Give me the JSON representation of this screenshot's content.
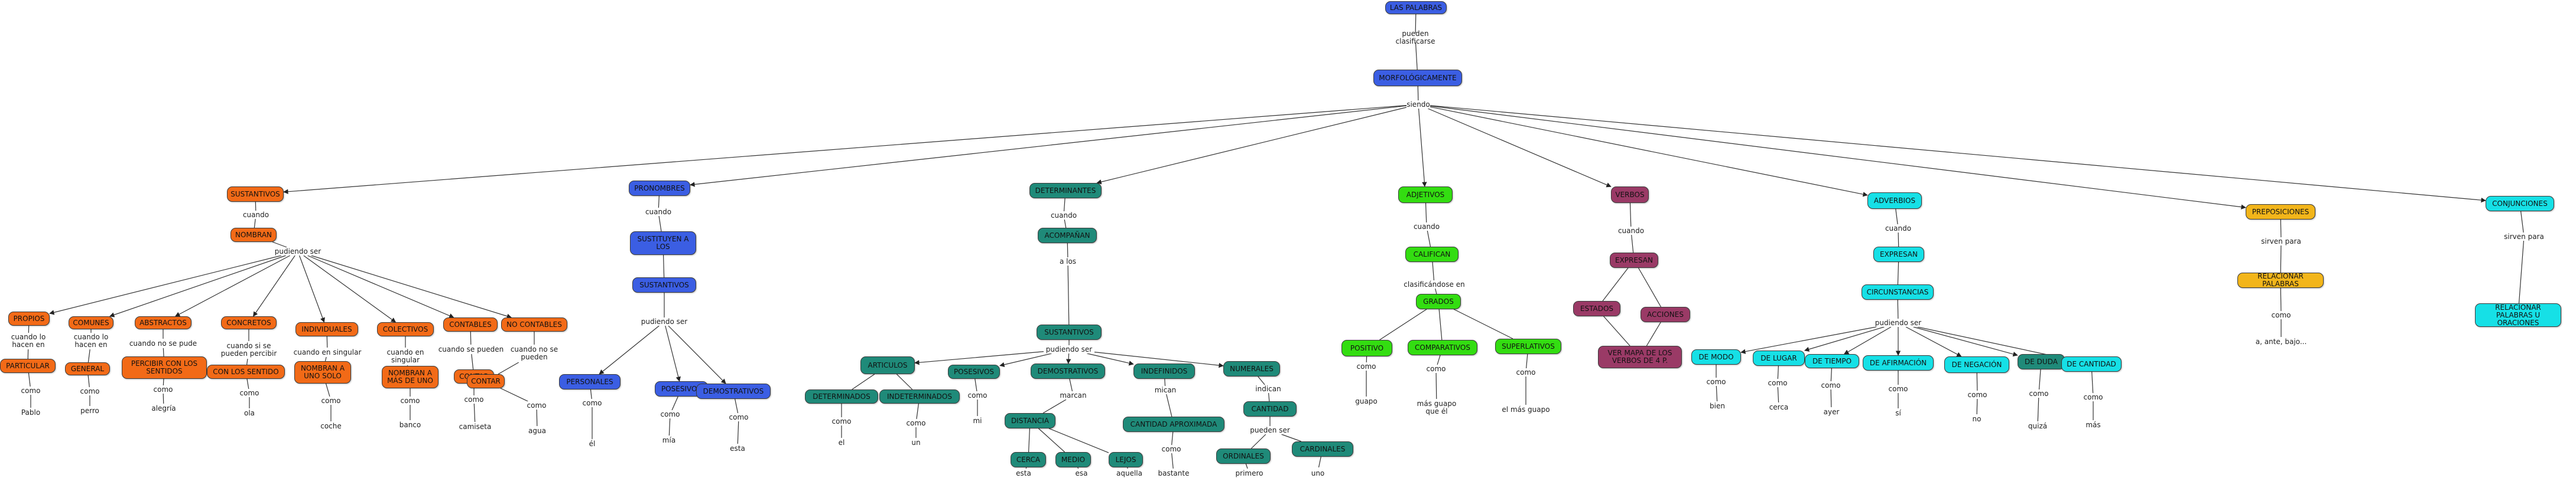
{
  "colors": {
    "blue": "#3b5ee3",
    "orange": "#f26a17",
    "teal": "#1f8a79",
    "green": "#33dd11",
    "maroon": "#9a3a66",
    "cyan": "#16e0e6",
    "gold": "#f2b51a"
  },
  "nodes": [
    {
      "id": "root",
      "text": "LAS PALABRAS",
      "color": "blue"
    },
    {
      "id": "puedenclas",
      "text": "pueden clasificarse",
      "color": "label"
    },
    {
      "id": "morfo",
      "text": "MORFOLÓGICAMENTE",
      "color": "blue"
    },
    {
      "id": "siendo",
      "text": "siendo",
      "color": "label"
    },
    {
      "id": "sust",
      "text": "SUSTANTIVOS",
      "color": "orange"
    },
    {
      "id": "sust_cuando",
      "text": "cuando",
      "color": "label"
    },
    {
      "id": "nombran",
      "text": "NOMBRAN",
      "color": "orange"
    },
    {
      "id": "sust_ps",
      "text": "pudiendo ser",
      "color": "label"
    },
    {
      "id": "propios",
      "text": "PROPIOS",
      "color": "orange"
    },
    {
      "id": "comunes",
      "text": "COMUNES",
      "color": "orange"
    },
    {
      "id": "abstractos",
      "text": "ABSTRACTOS",
      "color": "orange"
    },
    {
      "id": "concretos",
      "text": "CONCRETOS",
      "color": "orange"
    },
    {
      "id": "individuales",
      "text": "INDIVIDUALES",
      "color": "orange"
    },
    {
      "id": "colectivos",
      "text": "COLECTIVOS",
      "color": "orange"
    },
    {
      "id": "contables",
      "text": "CONTABLES",
      "color": "orange"
    },
    {
      "id": "nocontables",
      "text": "NO CONTABLES",
      "color": "orange"
    },
    {
      "id": "prop_l",
      "text": "cuando lo hacen en",
      "color": "label"
    },
    {
      "id": "com_l",
      "text": "cuando lo hacen en",
      "color": "label"
    },
    {
      "id": "abs_l",
      "text": "cuando no se pude",
      "color": "label"
    },
    {
      "id": "con_l",
      "text": "cuando si se pueden percibir",
      "color": "label"
    },
    {
      "id": "ind_l",
      "text": "cuando en singular",
      "color": "label"
    },
    {
      "id": "col_l",
      "text": "cuando en singular",
      "color": "label"
    },
    {
      "id": "cont_l",
      "text": "cuando se pueden",
      "color": "label"
    },
    {
      "id": "ncont_l",
      "text": "cuando no se pueden",
      "color": "label"
    },
    {
      "id": "particular",
      "text": "PARTICULAR",
      "color": "orange"
    },
    {
      "id": "general",
      "text": "GENERAL",
      "color": "orange"
    },
    {
      "id": "percibir",
      "text": "PERCIBIR CON LOS SENTIDOS",
      "color": "orange"
    },
    {
      "id": "conlossent",
      "text": "CON LOS SENTIDO",
      "color": "orange"
    },
    {
      "id": "unosolo",
      "text": "NOMBRAN A UNO SOLO",
      "color": "orange"
    },
    {
      "id": "masdeuno",
      "text": "NOMBRAN A MÁS DE UNO",
      "color": "orange"
    },
    {
      "id": "contar",
      "text": "CONTAR",
      "color": "orange"
    },
    {
      "id": "contar2",
      "text": "CONTAR",
      "color": "orange"
    },
    {
      "id": "ex_pablo_c",
      "text": "como",
      "color": "label"
    },
    {
      "id": "ex_pablo",
      "text": "Pablo",
      "color": "label"
    },
    {
      "id": "ex_perro_c",
      "text": "como",
      "color": "label"
    },
    {
      "id": "ex_perro",
      "text": "perro",
      "color": "label"
    },
    {
      "id": "ex_alegria_c",
      "text": "como",
      "color": "label"
    },
    {
      "id": "ex_alegria",
      "text": "alegría",
      "color": "label"
    },
    {
      "id": "ex_ola_c",
      "text": "como",
      "color": "label"
    },
    {
      "id": "ex_ola",
      "text": "ola",
      "color": "label"
    },
    {
      "id": "ex_coche_c",
      "text": "como",
      "color": "label"
    },
    {
      "id": "ex_coche",
      "text": "coche",
      "color": "label"
    },
    {
      "id": "ex_banco_c",
      "text": "como",
      "color": "label"
    },
    {
      "id": "ex_banco",
      "text": "banco",
      "color": "label"
    },
    {
      "id": "ex_camiseta_c",
      "text": "como",
      "color": "label"
    },
    {
      "id": "ex_camiseta",
      "text": "camiseta",
      "color": "label"
    },
    {
      "id": "ex_agua_c",
      "text": "como",
      "color": "label"
    },
    {
      "id": "ex_agua",
      "text": "agua",
      "color": "label"
    },
    {
      "id": "pron",
      "text": "PRONOMBRES",
      "color": "blue"
    },
    {
      "id": "pron_cuando",
      "text": "cuando",
      "color": "label"
    },
    {
      "id": "sustituyen",
      "text": "SUSTITUYEN A LOS",
      "color": "blue"
    },
    {
      "id": "pron_sust",
      "text": "SUSTANTIVOS",
      "color": "blue"
    },
    {
      "id": "pron_ps",
      "text": "pudiendo ser",
      "color": "label"
    },
    {
      "id": "personales",
      "text": "PERSONALES",
      "color": "blue"
    },
    {
      "id": "posesivos",
      "text": "POSESIVOS",
      "color": "blue"
    },
    {
      "id": "demostrativos",
      "text": "DEMOSTRATIVOS",
      "color": "blue"
    },
    {
      "id": "ex_el_c",
      "text": "como",
      "color": "label"
    },
    {
      "id": "ex_el",
      "text": "él",
      "color": "label"
    },
    {
      "id": "ex_mia_c",
      "text": "como",
      "color": "label"
    },
    {
      "id": "ex_mia",
      "text": "mía",
      "color": "label"
    },
    {
      "id": "ex_esta_c",
      "text": "como",
      "color": "label"
    },
    {
      "id": "ex_esta",
      "text": "esta",
      "color": "label"
    },
    {
      "id": "deter",
      "text": "DETERMINANTES",
      "color": "teal"
    },
    {
      "id": "det_cuando",
      "text": "cuando",
      "color": "label"
    },
    {
      "id": "acompanan",
      "text": "ACOMPAÑAN",
      "color": "teal"
    },
    {
      "id": "alos",
      "text": "a los",
      "color": "label"
    },
    {
      "id": "det_sust",
      "text": "SUSTANTIVOS",
      "color": "teal"
    },
    {
      "id": "det_ps",
      "text": "pudiendo ser",
      "color": "label"
    },
    {
      "id": "articulos",
      "text": "ARTICULOS",
      "color": "teal"
    },
    {
      "id": "posesivos2",
      "text": "POSESIVOS",
      "color": "teal"
    },
    {
      "id": "demostrativos2",
      "text": "DEMOSTRATIVOS",
      "color": "teal"
    },
    {
      "id": "indefinidos",
      "text": "INDEFINIDOS",
      "color": "teal"
    },
    {
      "id": "numerales",
      "text": "NUMERALES",
      "color": "teal"
    },
    {
      "id": "determinados",
      "text": "DETERMINADOS",
      "color": "teal"
    },
    {
      "id": "indeterminados",
      "text": "INDETERMINADOS",
      "color": "teal"
    },
    {
      "id": "ex_el2_c",
      "text": "como",
      "color": "label"
    },
    {
      "id": "ex_el2",
      "text": "el",
      "color": "label"
    },
    {
      "id": "ex_un_c",
      "text": "como",
      "color": "label"
    },
    {
      "id": "ex_un",
      "text": "un",
      "color": "label"
    },
    {
      "id": "ex_mi_c",
      "text": "como",
      "color": "label"
    },
    {
      "id": "ex_mi",
      "text": "mi",
      "color": "label"
    },
    {
      "id": "marcan",
      "text": "marcan",
      "color": "label"
    },
    {
      "id": "distancia",
      "text": "DISTANCIA",
      "color": "teal"
    },
    {
      "id": "cerca",
      "text": "CERCA",
      "color": "teal"
    },
    {
      "id": "medio",
      "text": "MEDIO",
      "color": "teal"
    },
    {
      "id": "lejos",
      "text": "LEJOS",
      "color": "teal"
    },
    {
      "id": "ex_esta2_c",
      "text": "como",
      "color": "label"
    },
    {
      "id": "ex_esta2",
      "text": "esta",
      "color": "label"
    },
    {
      "id": "ex_esa_c",
      "text": "como",
      "color": "label"
    },
    {
      "id": "ex_esa",
      "text": "esa",
      "color": "label"
    },
    {
      "id": "ex_aquella_c",
      "text": "como",
      "color": "label"
    },
    {
      "id": "ex_aquella",
      "text": "aquella",
      "color": "label"
    },
    {
      "id": "indef_mican",
      "text": "mican",
      "color": "label"
    },
    {
      "id": "cantaprox",
      "text": "CANTIDAD APROXIMADA",
      "color": "teal"
    },
    {
      "id": "ex_bastante_c",
      "text": "como",
      "color": "label"
    },
    {
      "id": "ex_bastante",
      "text": "bastante",
      "color": "label"
    },
    {
      "id": "indican",
      "text": "indican",
      "color": "label"
    },
    {
      "id": "cantidad",
      "text": "CANTIDAD",
      "color": "teal"
    },
    {
      "id": "num_ps",
      "text": "pueden ser",
      "color": "label"
    },
    {
      "id": "ordinales",
      "text": "ORDINALES",
      "color": "teal"
    },
    {
      "id": "cardinales",
      "text": "CARDINALES",
      "color": "teal"
    },
    {
      "id": "ex_primero_c",
      "text": "como",
      "color": "label"
    },
    {
      "id": "ex_primero",
      "text": "primero",
      "color": "label"
    },
    {
      "id": "ex_uno_c",
      "text": "como",
      "color": "label"
    },
    {
      "id": "ex_uno",
      "text": "uno",
      "color": "label"
    },
    {
      "id": "adjetivos",
      "text": "ADJETIVOS",
      "color": "green"
    },
    {
      "id": "adj_cuando",
      "text": "cuando",
      "color": "label"
    },
    {
      "id": "califican",
      "text": "CALIFICAN",
      "color": "green"
    },
    {
      "id": "clasif_en",
      "text": "clasificándose en",
      "color": "label"
    },
    {
      "id": "grados",
      "text": "GRADOS",
      "color": "green"
    },
    {
      "id": "positivo",
      "text": "POSITIVO",
      "color": "green"
    },
    {
      "id": "comparativos",
      "text": "COMPARATIVOS",
      "color": "green"
    },
    {
      "id": "superlativos",
      "text": "SUPERLATIVOS",
      "color": "green"
    },
    {
      "id": "ex_guapo_c",
      "text": "como",
      "color": "label"
    },
    {
      "id": "ex_guapo",
      "text": "guapo",
      "color": "label"
    },
    {
      "id": "ex_masguapo_c",
      "text": "como",
      "color": "label"
    },
    {
      "id": "ex_masguapo",
      "text": "más guapo que él",
      "color": "label"
    },
    {
      "id": "ex_elmas_c",
      "text": "como",
      "color": "label"
    },
    {
      "id": "ex_elmas",
      "text": "el más guapo",
      "color": "label"
    },
    {
      "id": "verbos",
      "text": "VERBOS",
      "color": "maroon"
    },
    {
      "id": "verb_cuando",
      "text": "cuando",
      "color": "label"
    },
    {
      "id": "expresan",
      "text": "EXPRESAN",
      "color": "maroon"
    },
    {
      "id": "estados",
      "text": "ESTADOS",
      "color": "maroon"
    },
    {
      "id": "acciones",
      "text": "ACCIONES",
      "color": "maroon"
    },
    {
      "id": "verbomapa",
      "text": "VER MAPA DE LOS VERBOS DE 4 P.",
      "color": "maroon"
    },
    {
      "id": "adverbios",
      "text": "ADVERBIOS",
      "color": "cyan"
    },
    {
      "id": "adv_cuando",
      "text": "cuando",
      "color": "label"
    },
    {
      "id": "adv_expresan",
      "text": "EXPRESAN",
      "color": "cyan"
    },
    {
      "id": "circunstancias",
      "text": "CIRCUNSTANCIAS",
      "color": "cyan"
    },
    {
      "id": "adv_ps",
      "text": "pudiendo ser",
      "color": "label"
    },
    {
      "id": "demodo",
      "text": "DE MODO",
      "color": "cyan"
    },
    {
      "id": "delugar",
      "text": "DE LUGAR",
      "color": "cyan"
    },
    {
      "id": "detiempo",
      "text": "DE TIEMPO",
      "color": "cyan"
    },
    {
      "id": "deafirm",
      "text": "DE AFIRMACIÓN",
      "color": "cyan"
    },
    {
      "id": "deneg",
      "text": "DE NEGACIÓN",
      "color": "cyan"
    },
    {
      "id": "deduda",
      "text": "DE DUDA",
      "color": "teal"
    },
    {
      "id": "decant",
      "text": "DE CANTIDAD",
      "color": "cyan"
    },
    {
      "id": "ex_bien_c",
      "text": "como",
      "color": "label"
    },
    {
      "id": "ex_bien",
      "text": "bien",
      "color": "label"
    },
    {
      "id": "ex_cerca_c",
      "text": "como",
      "color": "label"
    },
    {
      "id": "ex_cerca",
      "text": "cerca",
      "color": "label"
    },
    {
      "id": "ex_ayer_c",
      "text": "como",
      "color": "label"
    },
    {
      "id": "ex_ayer",
      "text": "ayer",
      "color": "label"
    },
    {
      "id": "ex_si_c",
      "text": "como",
      "color": "label"
    },
    {
      "id": "ex_si",
      "text": "sí",
      "color": "label"
    },
    {
      "id": "ex_no_c",
      "text": "como",
      "color": "label"
    },
    {
      "id": "ex_no",
      "text": "no",
      "color": "label"
    },
    {
      "id": "ex_quiza_c",
      "text": "como",
      "color": "label"
    },
    {
      "id": "ex_quiza",
      "text": "quizá",
      "color": "label"
    },
    {
      "id": "ex_mas_c",
      "text": "como",
      "color": "label"
    },
    {
      "id": "ex_mas",
      "text": "más",
      "color": "label"
    },
    {
      "id": "preps",
      "text": "PREPOSICIONES",
      "color": "gold"
    },
    {
      "id": "sirven1",
      "text": "sirven para",
      "color": "label"
    },
    {
      "id": "relacionar",
      "text": "RELACIONAR PALABRAS",
      "color": "gold"
    },
    {
      "id": "prep_como",
      "text": "como",
      "color": "label"
    },
    {
      "id": "ex_prep",
      "text": "a, ante, bajo...",
      "color": "label"
    },
    {
      "id": "conj",
      "text": "CONJUNCIONES",
      "color": "cyan"
    },
    {
      "id": "sirven2",
      "text": "sirven para",
      "color": "label"
    },
    {
      "id": "relacionar2",
      "text": "RELACIONAR PALABRAS U ORACIONES",
      "color": "cyan"
    }
  ]
}
